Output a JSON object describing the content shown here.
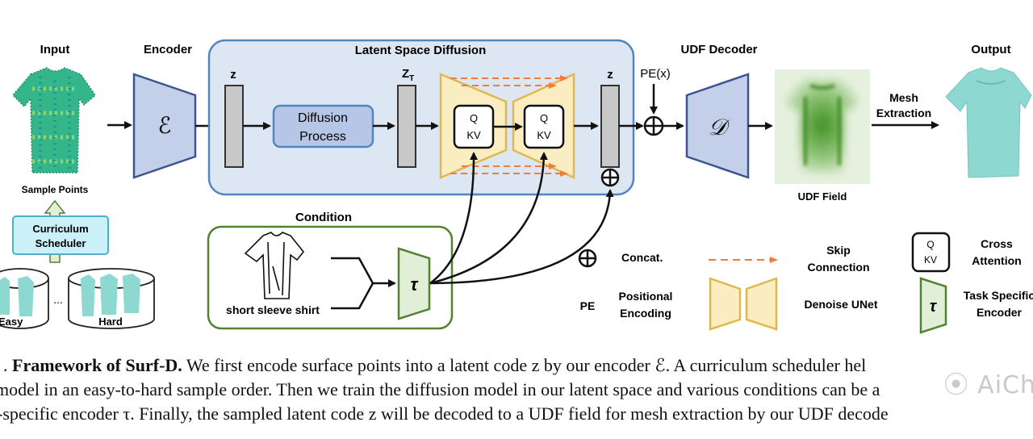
{
  "figure": {
    "labels": {
      "input": "Input",
      "encoder": "Encoder",
      "latent_space_diffusion": "Latent Space Diffusion",
      "udf_decoder": "UDF Decoder",
      "output": "Output",
      "sample_points": "Sample Points",
      "curriculum_line1": "Curriculum",
      "curriculum_line2": "Scheduler",
      "easy": "Easy",
      "hard": "Hard",
      "ellipsis": "...",
      "encoder_symbol": "ℰ",
      "z1": "z",
      "zt": "Z",
      "zt_sub": "T",
      "z2": "z",
      "diffusion_line1": "Diffusion",
      "diffusion_line2": "Process",
      "q": "Q",
      "kv": "KV",
      "pe_x": "PE(x)",
      "decoder_symbol": "𝒟",
      "mesh_line1": "Mesh",
      "mesh_line2": "Extraction",
      "udf_field": "UDF Field",
      "condition": "Condition",
      "condition_text": "short sleeve shirt",
      "tau": "τ"
    },
    "legend": {
      "concat": "Concat.",
      "skip_line1": "Skip",
      "skip_line2": "Connection",
      "cross_line1": "Cross",
      "cross_line2": "Attention",
      "pe": "PE",
      "pe_line1": "Positional",
      "pe_line2": "Encoding",
      "unet": "Denoise UNet",
      "task_line1": "Task Specific",
      "task_line2": "Encoder",
      "q": "Q",
      "kv": "KV",
      "tau": "τ"
    },
    "colors": {
      "blue_fill": "#dde7f4",
      "blue_stroke": "#5585bd",
      "encoder_fill": "#c4cfe9",
      "encoder_stroke": "#3c5491",
      "unet_fill": "#fbedc2",
      "unet_stroke": "#e2b84e",
      "skip_orange": "#ee7e3c",
      "green_stroke": "#548235",
      "green_fill": "#e1efd8",
      "cyan_fill": "#ccf0f7",
      "cyan_stroke": "#4eb0c7",
      "udf_green": "#4f9e2f",
      "garment_teal": "#8ed8d2"
    }
  },
  "caption": {
    "line1_prefix": ". ",
    "line1_bold": "Framework of Surf-D.",
    "line1_rest": " We first encode surface points into a latent code z by our encoder ℰ. A curriculum scheduler hel",
    "line2": "model in an easy-to-hard sample order. Then we train the diffusion model in our latent space and various conditions can be a",
    "line3": "-specific encoder τ. Finally, the sampled latent code z will be decoded to a UDF field for mesh extraction by our UDF decode"
  },
  "watermark": "AiCh"
}
